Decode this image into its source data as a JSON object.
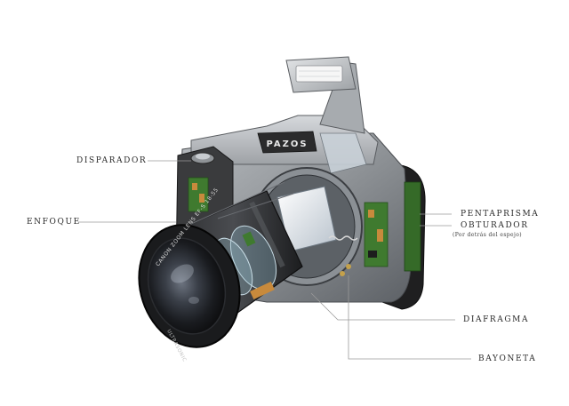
{
  "brand": "PAZOS",
  "lens_text": {
    "line1": "CANON ZOOM LENS EF-S 18-55",
    "line2": "ULTRASONIC"
  },
  "labels": {
    "disparador": "DISPARADOR",
    "enfoque": "ENFOQUE",
    "pentaprisma": "PENTAPRISMA",
    "obturador": "OBTURADOR",
    "obturador_note": "(Por detrás del espejo)",
    "diafragma": "DIAFRAGMA",
    "bayoneta": "BAYONETA"
  },
  "colors": {
    "body_grey": "#8e9296",
    "body_dark": "#1c1c1c",
    "pcb_green": "#3f7a2f",
    "copper": "#c88a3c",
    "leader_line": "#9a9a9a"
  }
}
